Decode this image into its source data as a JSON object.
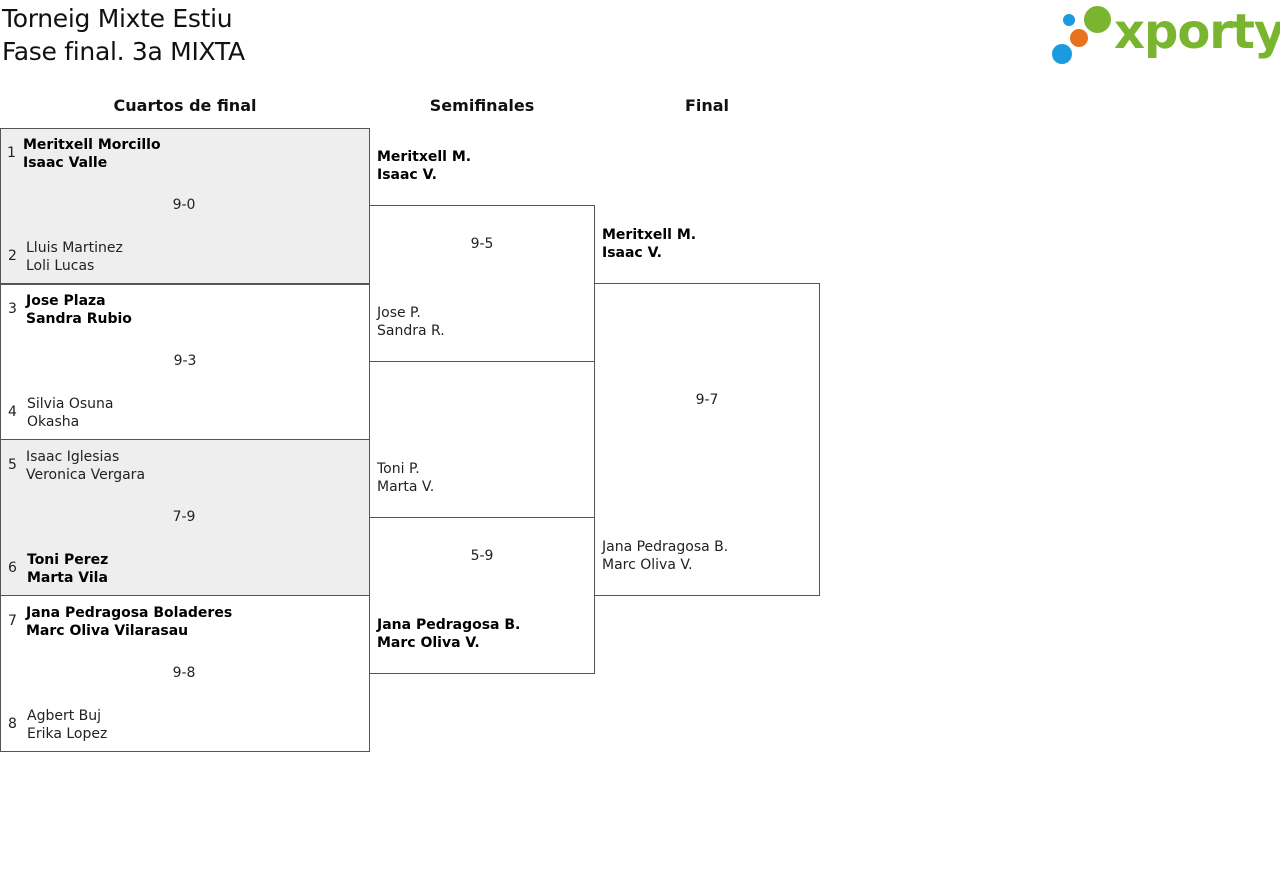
{
  "header": {
    "title": "Torneig Mixte Estiu",
    "subtitle": "Fase final. 3a MIXTA",
    "logo_text": "xporty",
    "logo_colors": {
      "green": "#7ab52f",
      "blue": "#1a9be0",
      "orange": "#e8731e"
    }
  },
  "rounds": {
    "quarterfinals": "Cuartos de final",
    "semifinals": "Semifinales",
    "final": "Final"
  },
  "quarterfinals": [
    {
      "shaded": true,
      "score": "9-0",
      "top": {
        "seed": "1",
        "p1": "Meritxell Morcillo",
        "p2": "Isaac Valle"
      },
      "bottom": {
        "seed": "2",
        "p1": "Lluis Martinez",
        "p2": "Loli Lucas"
      }
    },
    {
      "shaded": false,
      "score": "9-3",
      "top": {
        "seed": "3",
        "p1": "Jose Plaza",
        "p2": "Sandra Rubio"
      },
      "bottom": {
        "seed": "4",
        "p1": "Silvia Osuna",
        "p2": "Okasha"
      }
    },
    {
      "shaded": true,
      "score": "7-9",
      "top": {
        "seed": "5",
        "p1": "Isaac Iglesias",
        "p2": "Veronica Vergara"
      },
      "bottom": {
        "seed": "6",
        "p1": "Toni Perez",
        "p2": "Marta Vila"
      }
    },
    {
      "shaded": false,
      "score": "9-8",
      "top": {
        "seed": "7",
        "p1": "Jana Pedragosa Boladeres",
        "p2": "Marc Oliva Vilarasau"
      },
      "bottom": {
        "seed": "8",
        "p1": "Agbert Buj",
        "p2": "Erika Lopez"
      }
    }
  ],
  "semifinals": [
    {
      "score": "9-5",
      "top": {
        "p1": "Meritxell M.",
        "p2": "Isaac V."
      },
      "bottom": {
        "p1": "Jose P.",
        "p2": "Sandra R."
      }
    },
    {
      "score": "5-9",
      "top": {
        "p1": "Toni P.",
        "p2": "Marta V."
      },
      "bottom": {
        "p1": "Jana Pedragosa B.",
        "p2": "Marc Oliva V."
      }
    }
  ],
  "final": {
    "score": "9-7",
    "top": {
      "p1": "Meritxell M.",
      "p2": "Isaac V."
    },
    "bottom": {
      "p1": "Jana Pedragosa B.",
      "p2": "Marc Oliva V."
    }
  }
}
